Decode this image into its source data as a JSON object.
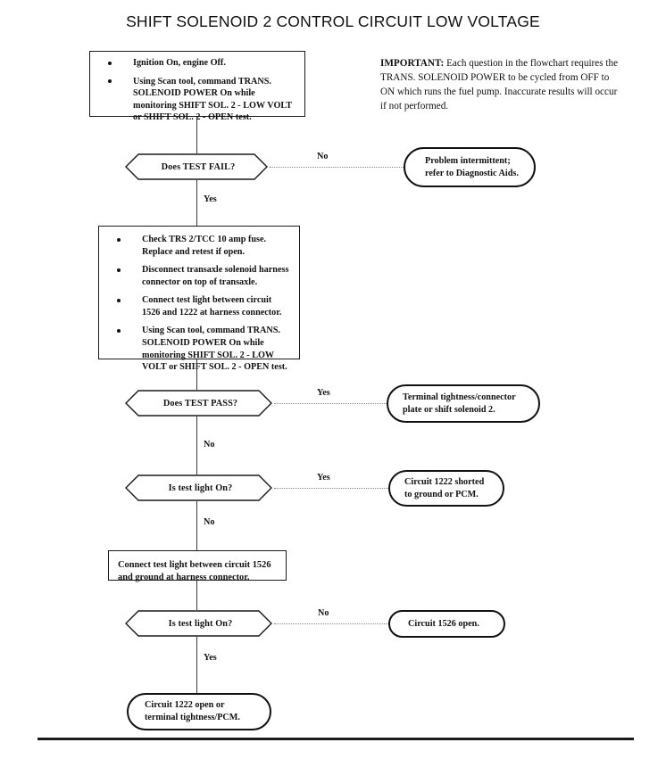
{
  "title": "SHIFT SOLENOID 2 CONTROL CIRCUIT LOW VOLTAGE",
  "note": {
    "label": "IMPORTANT:",
    "body": " Each question in the flowchart requires the TRANS. SOLENOID POWER to be cycled from OFF to ON which runs the fuel pump. Inaccurate results will occur if not performed."
  },
  "steps": {
    "box1": {
      "bullets": [
        "Ignition On, engine Off.",
        "Using Scan tool, command TRANS. SOLENOID POWER On while monitoring SHIFT SOL. 2 - LOW VOLT or SHIFT SOL. 2 - OPEN test."
      ]
    },
    "box2": {
      "bullets": [
        "Check TRS 2/TCC 10 amp fuse. Replace and retest if open.",
        "Disconnect transaxle solenoid harness connector on top of transaxle.",
        "Connect test light between circuit 1526 and 1222 at harness connector.",
        "Using Scan tool, command TRANS. SOLENOID POWER On while monitoring SHIFT SOL. 2 - LOW VOLT or SHIFT SOL. 2 - OPEN test."
      ]
    },
    "box3": {
      "text": "Connect test light between circuit 1526 and ground at harness connector."
    }
  },
  "decisions": {
    "d1": "Does TEST FAIL?",
    "d2": "Does TEST PASS?",
    "d3": "Is test light On?",
    "d4": "Is test light On?"
  },
  "outcomes": {
    "o1": "Problem intermittent; refer to Diagnostic Aids.",
    "o2": "Terminal tightness/connector plate or shift solenoid 2.",
    "o3": "Circuit 1222 shorted to ground or PCM.",
    "o4": "Circuit 1526 open.",
    "o5": "Circuit 1222 open or terminal tightness/PCM."
  },
  "edges": {
    "e1_no": "No",
    "e1_yes": "Yes",
    "e2_yes": "Yes",
    "e2_no": "No",
    "e3_yes": "Yes",
    "e3_no": "No",
    "e4_no": "No",
    "e4_yes": "Yes"
  },
  "colors": {
    "ink": "#111111",
    "line": "#3a3a3a",
    "dotted": "#8a8a8a",
    "paper": "#ffffff"
  }
}
